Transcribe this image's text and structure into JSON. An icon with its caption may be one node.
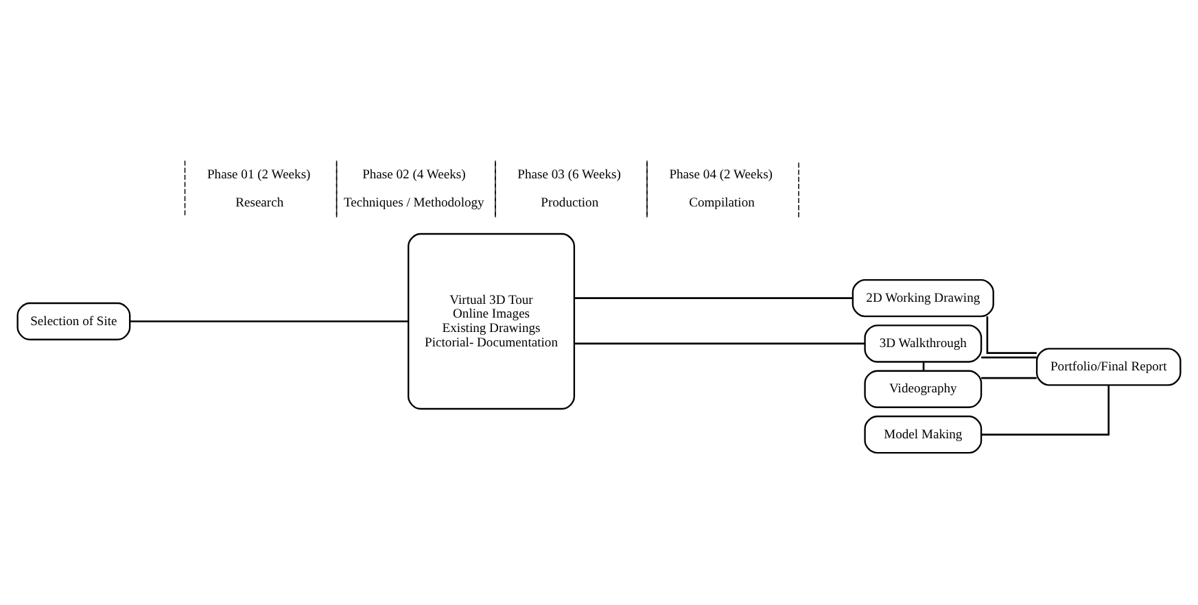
{
  "diagram": {
    "nodes": [
      {
        "text": [
          "Selection of Site"
        ]
      },
      {
        "text": [
          "Virtual 3D Tour",
          "Online Images",
          "Existing Drawings",
          "Pictorial- Documentation"
        ]
      },
      {
        "text": [
          "2D Working Drawing"
        ]
      },
      {
        "text": [
          "3D Walkthrough"
        ]
      },
      {
        "text": [
          "Videography"
        ]
      },
      {
        "text": [
          "Model Making"
        ]
      },
      {
        "text": [
          "Portfolio/Final Report"
        ]
      }
    ],
    "edges": [
      {
        "from": 0,
        "to": 1,
        "arrow": "none"
      },
      {
        "from": 1,
        "to": 2,
        "arrow": "none"
      },
      {
        "from": 1,
        "to": 3,
        "arrow": "none"
      },
      {
        "from": 3,
        "to": 4,
        "arrow": "none"
      },
      {
        "from": 2,
        "to": 6,
        "arrow": "none"
      },
      {
        "from": 3,
        "to": 6,
        "arrow": "none"
      },
      {
        "from": 4,
        "to": 6,
        "arrow": "none"
      },
      {
        "from": 5,
        "to": 6,
        "arrow": "none"
      }
    ],
    "labels": [
      "Phase 01 (2 Weeks)",
      "Phase 02 (4 Weeks)",
      "Phase 03 (6 Weeks)",
      "Phase 04 (2 Weeks)",
      "Research",
      "Techniques / Methodology",
      "Production",
      "Compilation"
    ]
  }
}
